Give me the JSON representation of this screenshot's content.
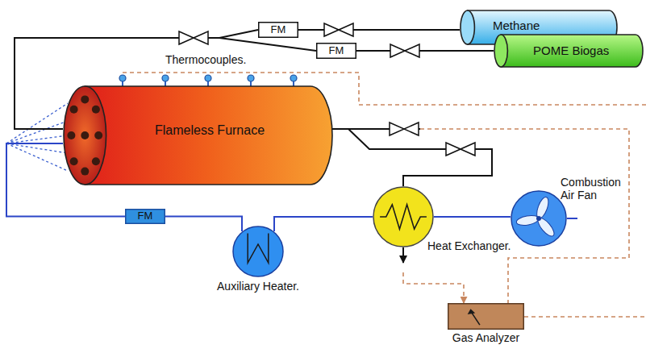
{
  "diagram": {
    "nodes": [
      {
        "text": [
          "Methane"
        ]
      },
      {
        "text": [
          "POME Biogas"
        ]
      },
      {
        "text": [
          "FM"
        ]
      },
      {
        "text": [
          "FM"
        ]
      },
      {
        "text": [
          "Flameless Furnace"
        ]
      },
      {
        "text": [
          "FM"
        ]
      },
      {
        "text": [
          "Auxiliary Heater."
        ]
      },
      {
        "text": [
          "Heat Exchanger."
        ]
      },
      {
        "text": [
          "Combustion Air Fan"
        ]
      },
      {
        "text": [
          "Gas Analyzer"
        ]
      }
    ],
    "edges": [
      {
        "from": 0,
        "to": 2,
        "arrow": "none"
      },
      {
        "from": 1,
        "to": 3,
        "arrow": "none"
      },
      {
        "from": 2,
        "to": 4,
        "arrow": "none"
      },
      {
        "from": 3,
        "to": 4,
        "arrow": "none"
      },
      {
        "from": 4,
        "to": 7,
        "arrow": "none"
      },
      {
        "from": 4,
        "to": 9,
        "arrow": "none"
      },
      {
        "from": 8,
        "to": 7,
        "arrow": "none"
      },
      {
        "from": 7,
        "to": 6,
        "arrow": "none"
      },
      {
        "from": 6,
        "to": 5,
        "arrow": "none"
      },
      {
        "from": 5,
        "to": 4,
        "arrow": "none"
      },
      {
        "from": 7,
        "to": 9,
        "arrow": "to"
      }
    ],
    "labels": [
      "Thermocouples."
    ]
  }
}
